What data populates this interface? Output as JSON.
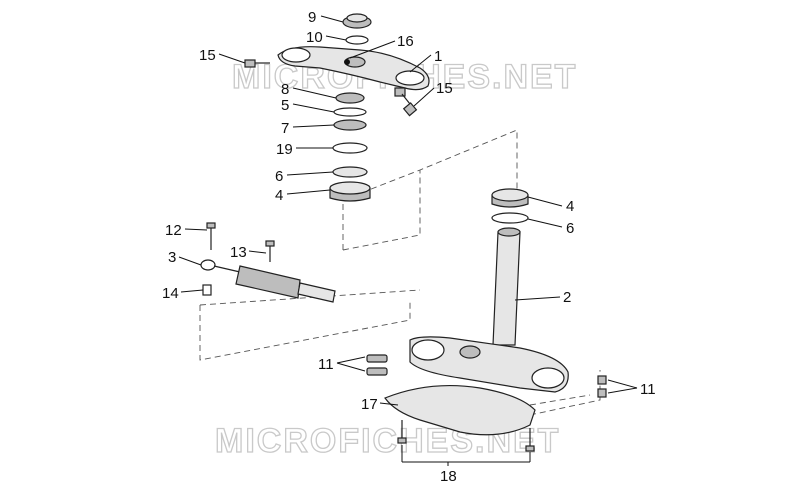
{
  "watermark": "MICROFICHES.NET",
  "callouts": {
    "c1": "1",
    "c2": "2",
    "c3": "3",
    "c4a": "4",
    "c4b": "4",
    "c5": "5",
    "c6a": "6",
    "c6b": "6",
    "c7": "7",
    "c8": "8",
    "c9": "9",
    "c10": "10",
    "c11a": "11",
    "c11b": "11",
    "c12": "12",
    "c13": "13",
    "c14": "14",
    "c15a": "15",
    "c15b": "15",
    "c16": "16",
    "c17": "17",
    "c18": "18",
    "c19": "19"
  },
  "colors": {
    "line": "#111111",
    "part_fill": "#e6e6e6",
    "part_shade": "#bdbdbd",
    "watermark": "#c9c9c9"
  }
}
